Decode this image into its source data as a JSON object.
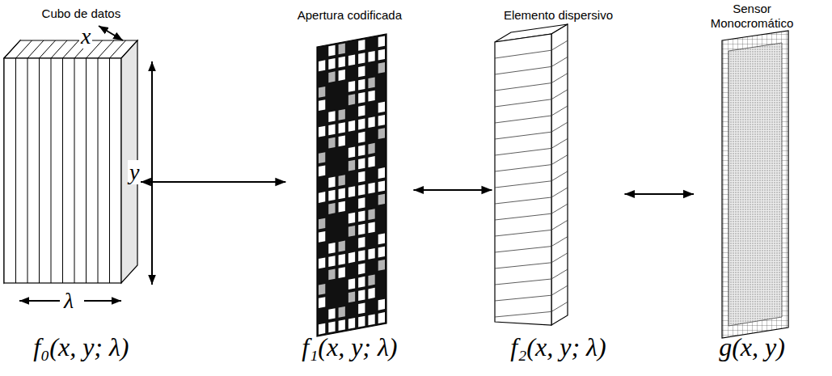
{
  "diagram": {
    "nodes": [
      {
        "text": [
          "Cubo de datos",
          "f₀(x, y; λ)"
        ]
      },
      {
        "text": [
          "Apertura codificada",
          "f₁(x, y; λ)"
        ]
      },
      {
        "text": [
          "Elemento dispersivo",
          "f₂(x, y; λ)"
        ]
      },
      {
        "text": [
          "Sensor Monocromático",
          "g(x, y)"
        ]
      }
    ],
    "edges": [
      {
        "from": 0,
        "to": 1,
        "arrow": "both"
      },
      {
        "from": 1,
        "to": 2,
        "arrow": "both"
      },
      {
        "from": 2,
        "to": 3,
        "arrow": "both"
      }
    ],
    "labels": [
      "x",
      "y",
      "λ"
    ]
  }
}
